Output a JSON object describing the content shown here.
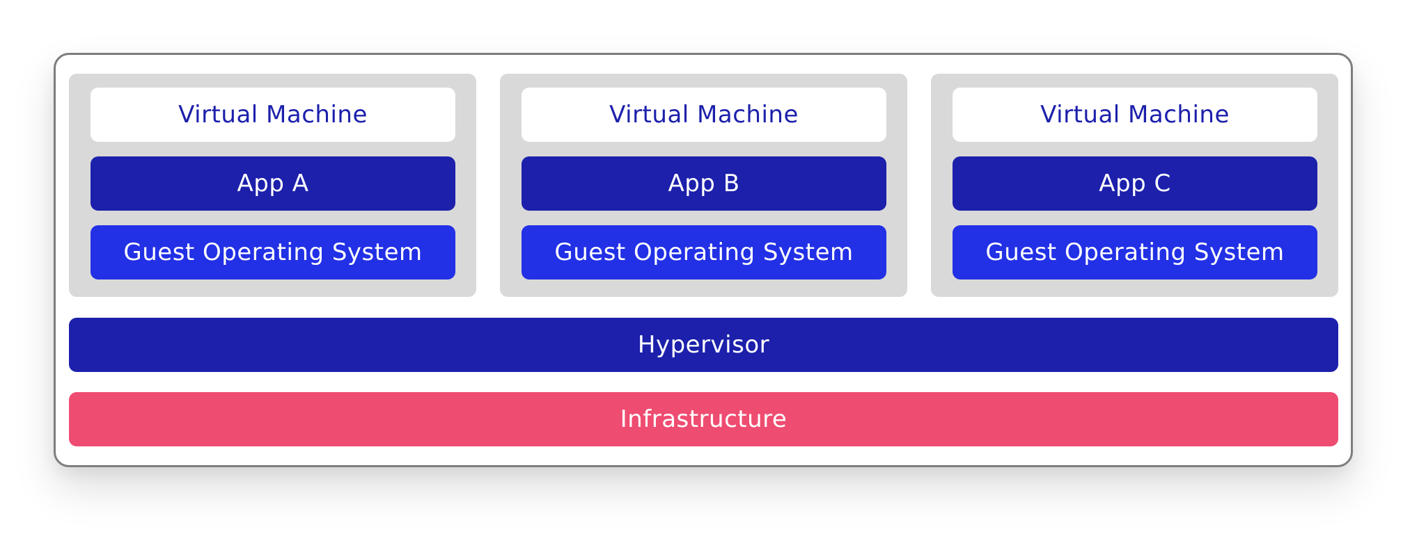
{
  "vms": [
    {
      "header": "Virtual Machine",
      "app": "App A",
      "guest_os": "Guest Operating System"
    },
    {
      "header": "Virtual Machine",
      "app": "App B",
      "guest_os": "Guest Operating System"
    },
    {
      "header": "Virtual Machine",
      "app": "App C",
      "guest_os": "Guest Operating System"
    }
  ],
  "hypervisor": "Hypervisor",
  "infrastructure": "Infrastructure",
  "colors": {
    "frame_border": "#7d7d7d",
    "vm_group_bg": "#d9d9d9",
    "vm_header_bg": "#ffffff",
    "vm_header_text": "#1c20ab",
    "app_bg": "#1c20ab",
    "guest_os_bg": "#2230e6",
    "hypervisor_bg": "#1c20ab",
    "infrastructure_bg": "#ef4c71",
    "label_text": "#ffffff"
  }
}
